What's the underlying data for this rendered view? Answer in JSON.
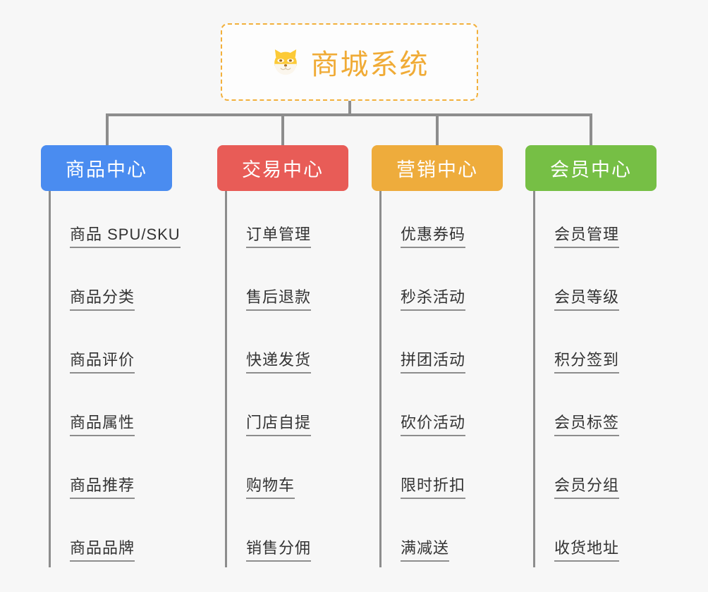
{
  "page": {
    "background_color": "#f7f7f7",
    "line_color": "#8d8d8d"
  },
  "root": {
    "icon": "shiba-dog-face-icon",
    "title": "商城系统",
    "border_color": "#f2b03c",
    "text_color": "#f0ab36"
  },
  "columns": [
    {
      "id": "product-center",
      "label": "商品中心",
      "color": "#4a8cf0",
      "leaves": [
        "商品 SPU/SKU",
        "商品分类",
        "商品评价",
        "商品属性",
        "商品推荐",
        "商品品牌"
      ]
    },
    {
      "id": "trade-center",
      "label": "交易中心",
      "color": "#e85c57",
      "leaves": [
        "订单管理",
        "售后退款",
        "快递发货",
        "门店自提",
        "购物车",
        "销售分佣"
      ]
    },
    {
      "id": "marketing-center",
      "label": "营销中心",
      "color": "#eeac3c",
      "leaves": [
        "优惠券码",
        "秒杀活动",
        "拼团活动",
        "砍价活动",
        "限时折扣",
        "满减送"
      ]
    },
    {
      "id": "member-center",
      "label": "会员中心",
      "color": "#76bf45",
      "leaves": [
        "会员管理",
        "会员等级",
        "积分签到",
        "会员标签",
        "会员分组",
        "收货地址"
      ]
    }
  ]
}
